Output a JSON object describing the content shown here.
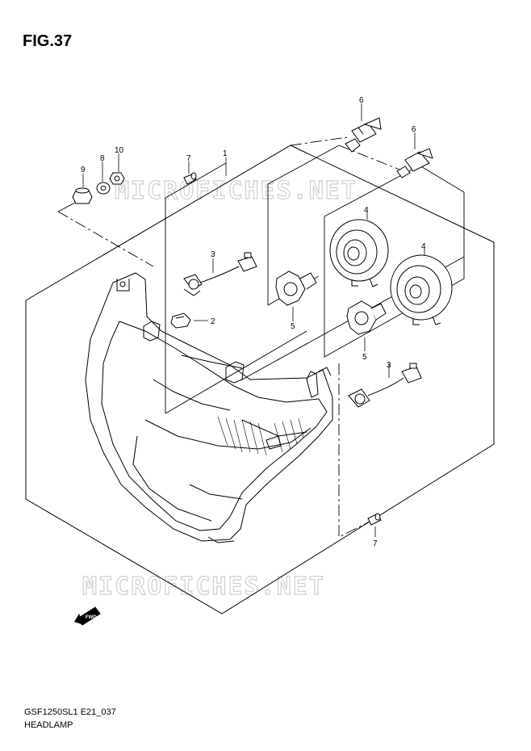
{
  "figure_label": "FIG.37",
  "diagram_code": "GSF1250SL1 E21_037",
  "diagram_name": "HEADLAMP",
  "watermark_text": "MICROFICHES.NET",
  "direction_badge": "FWD",
  "callouts": {
    "c1": "1",
    "c2": "2",
    "c3a": "3",
    "c3b": "3",
    "c4a": "4",
    "c4b": "4",
    "c5a": "5",
    "c5b": "5",
    "c6a": "6",
    "c6b": "6",
    "c7a": "7",
    "c7b": "7",
    "c8": "8",
    "c9": "9",
    "c10": "10"
  },
  "colors": {
    "line": "#000000",
    "watermark": "#cfcfcf",
    "background": "#ffffff"
  }
}
